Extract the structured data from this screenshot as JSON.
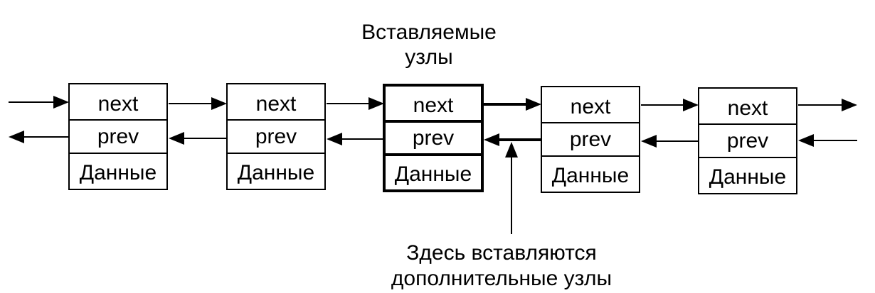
{
  "title_lines": [
    "Вставляемые",
    "узлы"
  ],
  "note_lines": [
    "Здесь вставляются",
    "дополнительные узлы"
  ],
  "nodes": [
    {
      "fields": [
        "next",
        "prev",
        "Данные"
      ],
      "highlight": false
    },
    {
      "fields": [
        "next",
        "prev",
        "Данные"
      ],
      "highlight": false
    },
    {
      "fields": [
        "next",
        "prev",
        "Данные"
      ],
      "highlight": true
    },
    {
      "fields": [
        "next",
        "prev",
        "Данные"
      ],
      "highlight": false
    },
    {
      "fields": [
        "next",
        "prev",
        "Данные"
      ],
      "highlight": false
    }
  ]
}
